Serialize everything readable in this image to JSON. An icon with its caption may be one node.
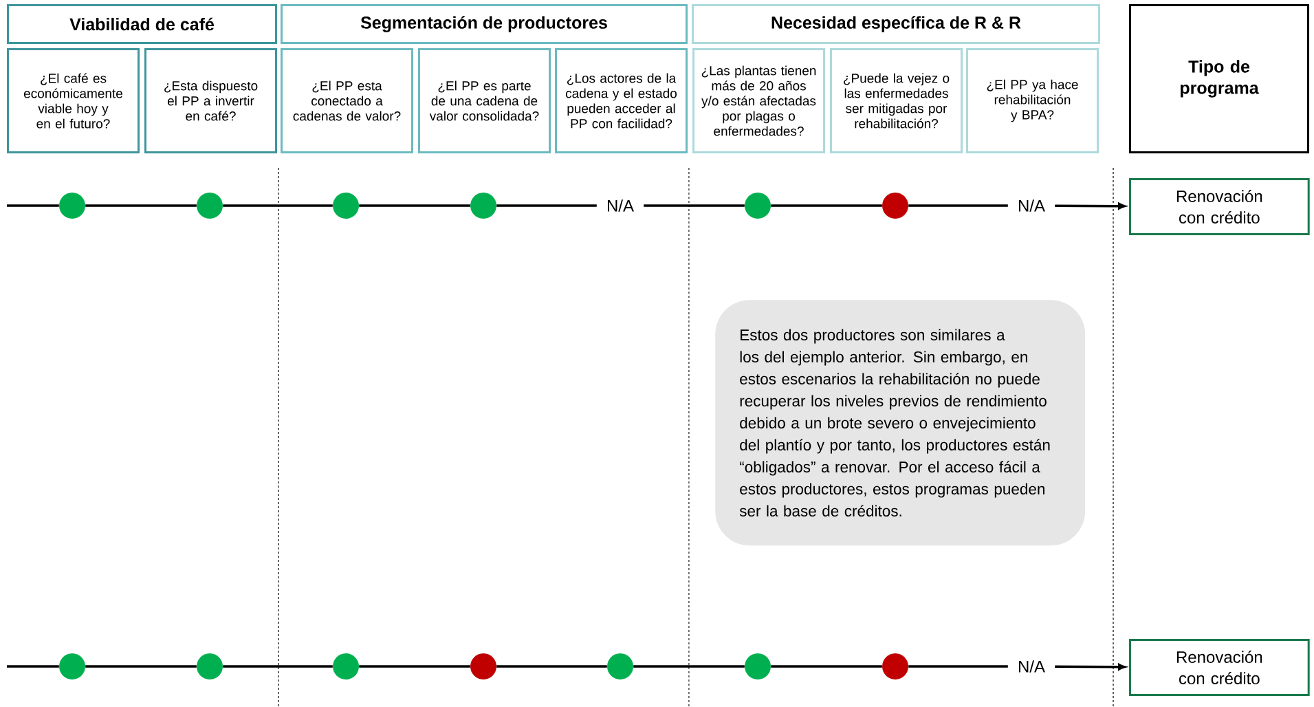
{
  "diagram": {
    "nodes": [
      {
        "text": [
          "Viabilidad de café"
        ]
      },
      {
        "text": [
          "Segmentación de productores"
        ]
      },
      {
        "text": [
          "Necesidad específica de R & R"
        ]
      },
      {
        "text": [
          "Tipo de programa"
        ]
      },
      {
        "text": [
          "¿El café es económicamente viable hoy y en el futuro?"
        ]
      },
      {
        "text": [
          "¿Esta dispuesto el PP a invertir en café?"
        ]
      },
      {
        "text": [
          "¿El PP esta conectado a cadenas de valor?"
        ]
      },
      {
        "text": [
          "¿El PP es parte de una cadena de valor consolidada?"
        ]
      },
      {
        "text": [
          "¿Los actores de la cadena y el estado pueden acceder al PP con facilidad?"
        ]
      },
      {
        "text": [
          "¿Las plantas tienen más de 20 años y/o están afectadas por plagas o enfermedades?"
        ]
      },
      {
        "text": [
          "¿Puede la vejez o las enfermedades ser mitigadas por rehabilitación?"
        ]
      },
      {
        "text": [
          "¿El PP ya hace rehabilitación y BPA?"
        ]
      },
      {
        "text": [],
        "shape": "circle"
      },
      {
        "text": [],
        "shape": "circle"
      },
      {
        "text": [],
        "shape": "circle"
      },
      {
        "text": [],
        "shape": "circle"
      },
      {
        "text": [
          "N/A"
        ]
      },
      {
        "text": [],
        "shape": "circle"
      },
      {
        "text": [],
        "shape": "circle"
      },
      {
        "text": [
          "N/A"
        ]
      },
      {
        "text": [
          "Renovación con crédito"
        ]
      },
      {
        "text": [
          "Estos dos productores son similares a los del ejemplo anterior. Sin embargo, en estos escenarios la rehabilitación no puede recuperar los niveles previos de rendimiento debido a un brote severo o envejecimiento del plantío y por tanto, los productores están “obligados” a renovar. Por el acceso fácil a estos productores, estos programas pueden ser la base de créditos."
        ]
      },
      {
        "text": [],
        "shape": "circle"
      },
      {
        "text": [],
        "shape": "circle"
      },
      {
        "text": [],
        "shape": "circle"
      },
      {
        "text": [],
        "shape": "circle"
      },
      {
        "text": [],
        "shape": "circle"
      },
      {
        "text": [],
        "shape": "circle"
      },
      {
        "text": [],
        "shape": "circle"
      },
      {
        "text": [
          "N/A"
        ]
      },
      {
        "text": [
          "Renovación con crédito"
        ]
      }
    ],
    "edges": [
      {
        "from": null,
        "to": 12,
        "arrow": "none"
      },
      {
        "from": 12,
        "to": 13,
        "arrow": "none"
      },
      {
        "from": 13,
        "to": 14,
        "arrow": "none"
      },
      {
        "from": 14,
        "to": 15,
        "arrow": "none"
      },
      {
        "from": 15,
        "to": 16,
        "arrow": "none"
      },
      {
        "from": 16,
        "to": 17,
        "arrow": "none"
      },
      {
        "from": 17,
        "to": 18,
        "arrow": "none"
      },
      {
        "from": 18,
        "to": 19,
        "arrow": "none"
      },
      {
        "from": 19,
        "to": 20,
        "arrow": "to"
      },
      {
        "from": null,
        "to": 22,
        "arrow": "none"
      },
      {
        "from": 22,
        "to": 23,
        "arrow": "none"
      },
      {
        "from": 23,
        "to": 24,
        "arrow": "none"
      },
      {
        "from": 24,
        "to": 25,
        "arrow": "none"
      },
      {
        "from": 25,
        "to": 26,
        "arrow": "none"
      },
      {
        "from": 26,
        "to": 27,
        "arrow": "none"
      },
      {
        "from": 27,
        "to": 28,
        "arrow": "none"
      },
      {
        "from": 28,
        "to": 29,
        "arrow": "none"
      },
      {
        "from": 29,
        "to": 30,
        "arrow": "to"
      }
    ]
  }
}
